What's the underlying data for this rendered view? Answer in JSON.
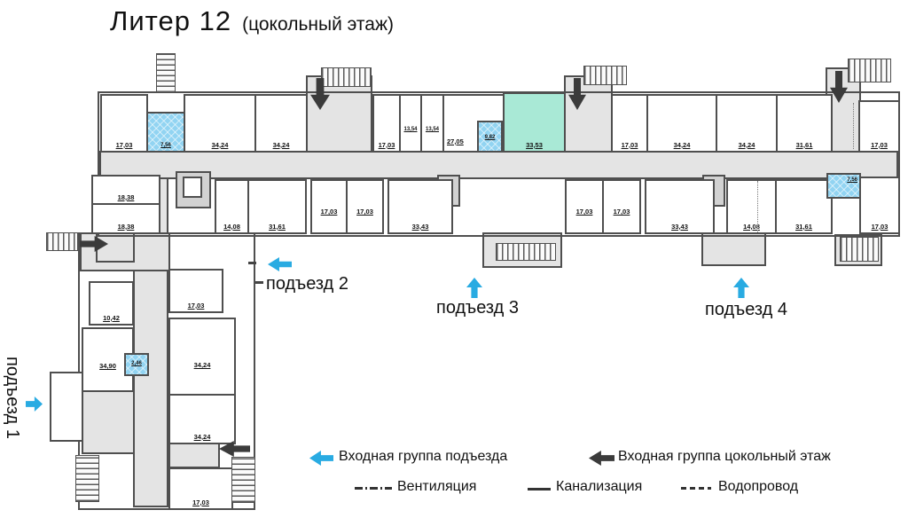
{
  "title": "Литер 12",
  "subtitle": "(цокольный этаж)",
  "entrances": {
    "e1": "подъезд 1",
    "e2": "подъезд 2",
    "e3": "подъезд 3",
    "e4": "подъезд 4"
  },
  "legend": {
    "entry_porch": "Входная группа подъезда",
    "entry_basement": "Входная группа цокольный этаж",
    "ventilation": "Вентиляция",
    "sewer": "Канализация",
    "water": "Водопровод"
  },
  "colors": {
    "accent_cyan": "#29abe2",
    "arrow_dark": "#3b3b3b",
    "wall": "#4f4f4f",
    "corridor_fill": "#e4e4e4",
    "wet_room_fill": "#92d4f2",
    "highlight_room_fill": "#a9e9d6"
  },
  "rooms": [
    "17,03",
    "7,56",
    "34,24",
    "34,24",
    "17,03",
    "13,54",
    "13,54",
    "27,05",
    "9,82",
    "33,53",
    "17,03",
    "34,24",
    "34,24",
    "31,61",
    "17,03",
    "18,38",
    "18,38",
    "14,08",
    "31,61",
    "17,03",
    "17,03",
    "33,43",
    "17,03",
    "17,03",
    "33,43",
    "14,08",
    "31,61",
    "7,56",
    "17,03",
    "10,42",
    "17,03",
    "34,90",
    "2,46",
    "34,24",
    "34,24",
    "17,03"
  ]
}
